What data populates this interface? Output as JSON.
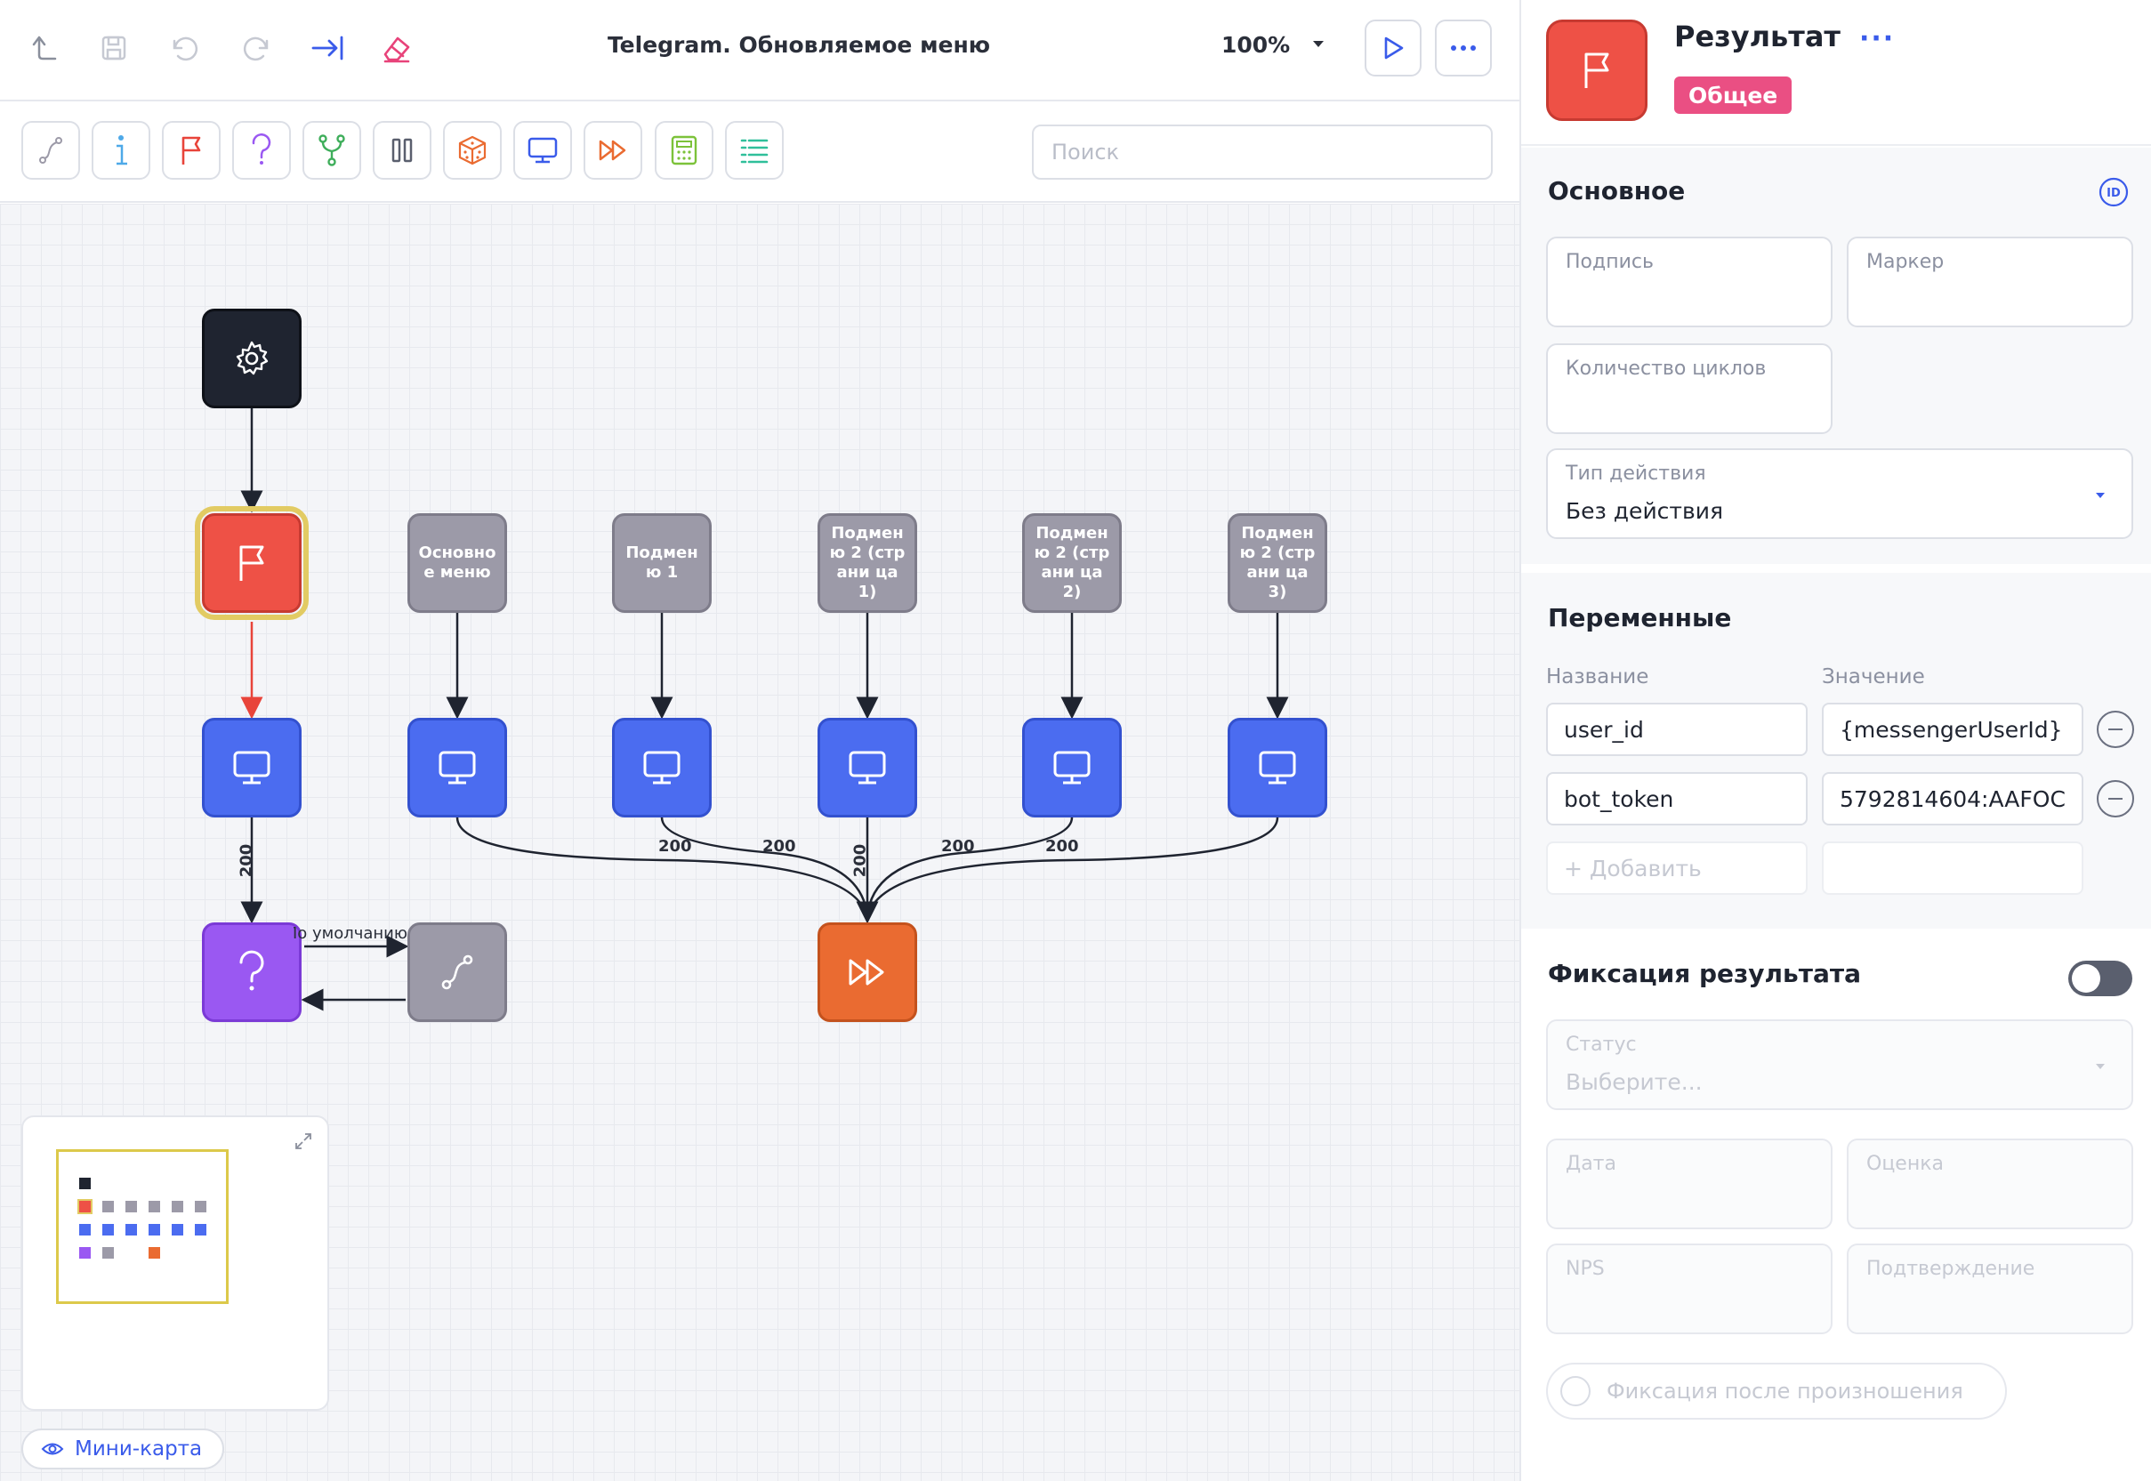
{
  "toolbar": {
    "title": "Telegram. Обновляемое меню",
    "zoom": "100%",
    "icons": [
      "back-icon",
      "save-icon",
      "undo-icon",
      "redo-icon",
      "arrow-to-end-icon",
      "eraser-icon"
    ],
    "run_icon": "play-icon",
    "more_icon": "more-icon"
  },
  "palette": {
    "items": [
      "route-icon",
      "info-icon",
      "flag-icon",
      "question-icon",
      "branch-icon",
      "pause-icon",
      "dice-icon",
      "monitor-icon",
      "fast-forward-icon",
      "calculator-icon",
      "list-icon"
    ],
    "search_placeholder": "Поиск"
  },
  "canvas": {
    "nodes": {
      "n2": "Основно е меню",
      "n3": "Подмен ю 1",
      "n4": "Подмен ю 2 (страни ца 1)",
      "n5": "Подмен ю 2 (страни ца 2)",
      "n6": "Подмен ю 2 (страни ца 3)"
    },
    "edge_labels": {
      "e1": "200",
      "e2": "200",
      "e3": "200",
      "e4": "200",
      "e5": "200",
      "e6": "200",
      "default": "По умолчанию"
    },
    "minimap_label": "Мини-карта"
  },
  "panel": {
    "title": "Результат",
    "more": "···",
    "tag": "Общее",
    "tag_color": "#ea4f83",
    "basic": {
      "title": "Основное",
      "caption_label": "Подпись",
      "marker_label": "Маркер",
      "cycles_label": "Количество циклов",
      "action_label": "Тип действия",
      "action_value": "Без действия"
    },
    "variables": {
      "title": "Переменные",
      "name_header": "Название",
      "value_header": "Значение",
      "rows": [
        {
          "name": "user_id",
          "value": "{messengerUserId}"
        },
        {
          "name": "bot_token",
          "value": "5792814604:AAFOC"
        }
      ],
      "add_label": "+ Добавить"
    },
    "fixation": {
      "title": "Фиксация результата",
      "toggle_on": false,
      "status_label": "Статус",
      "status_placeholder": "Выберите...",
      "date_label": "Дата",
      "rating_label": "Оценка",
      "nps_label": "NPS",
      "confirm_label": "Подтверждение",
      "after_speech_label": "Фиксация после произношения"
    }
  }
}
